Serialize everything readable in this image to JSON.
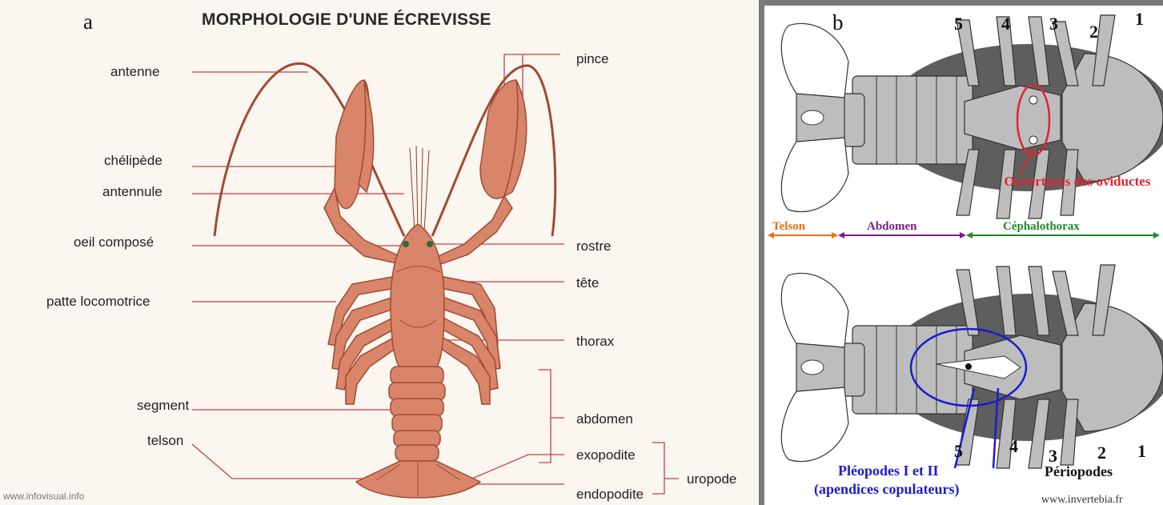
{
  "panel_a": {
    "letter": "a",
    "title": "MORPHOLOGIE D'UNE ÉCREVISSE",
    "credit": "www.infovisual.info",
    "labels_left": {
      "antenne": "antenne",
      "chelipede": "chélipède",
      "antennule": "antennule",
      "oeil": "oeil composé",
      "patte": "patte locomotrice",
      "segment": "segment",
      "telson": "telson"
    },
    "labels_right": {
      "pince": "pince",
      "rostre": "rostre",
      "tete": "tête",
      "thorax": "thorax",
      "abdomen": "abdomen",
      "exopodite": "exopodite",
      "endopodite": "endopodite",
      "uropode": "uropode"
    },
    "colors": {
      "body": "#d9856a",
      "outline": "#a04a33",
      "leader": "#c4404a"
    }
  },
  "panel_b": {
    "letter": "b",
    "top_numbers": [
      "5",
      "4",
      "3",
      "2",
      "1"
    ],
    "bottom_numbers": [
      "5",
      "4",
      "3",
      "2",
      "1"
    ],
    "oviductes": "Ouvertures des oviductes",
    "telson": "Telson",
    "abdomen": "Abdomen",
    "cephalothorax": "Céphalothorax",
    "pleopodes": "Pléopodes I et II",
    "apendices": "(apendices copulateurs)",
    "periopodes": "Périopodes",
    "credit": "www.invertebia.fr",
    "colors": {
      "red": "#e0262b",
      "orange": "#e86f14",
      "purple": "#7a1d8a",
      "green": "#1c8a2a",
      "blue": "#1b1bd0",
      "gray": "#b9b9b9"
    }
  }
}
